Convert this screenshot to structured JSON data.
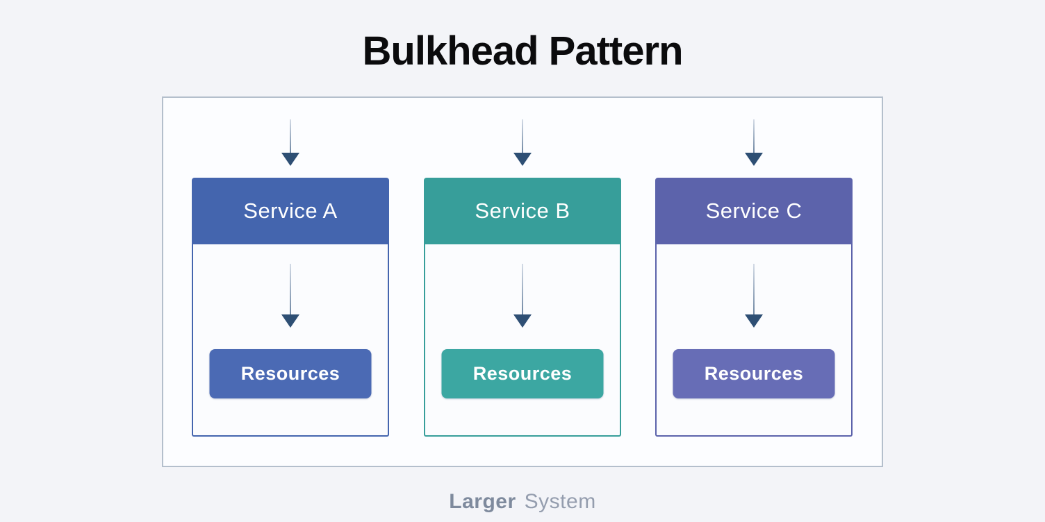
{
  "title": "Bulkhead Pattern",
  "diagram": {
    "services": [
      {
        "name": "Service A",
        "resource_label": "Resources",
        "accent": "#4465ae",
        "resource_color": "#4b6ab4"
      },
      {
        "name": "Service B",
        "resource_label": "Resources",
        "accent": "#379e9a",
        "resource_color": "#3ca7a2"
      },
      {
        "name": "Service C",
        "resource_label": "Resources",
        "accent": "#5c63ab",
        "resource_color": "#676db6"
      }
    ],
    "container_label": {
      "primary": "Larger",
      "secondary": "System"
    }
  },
  "colors": {
    "page_background": "#f3f4f8",
    "panel_background": "#fcfdff",
    "panel_border": "#b4bfcc",
    "arrow_line": "#93a7bd",
    "arrow_head": "#2e4f74",
    "title_text": "#0b0b0d",
    "footer_primary": "#7e8a9d",
    "footer_secondary": "#949dae"
  }
}
